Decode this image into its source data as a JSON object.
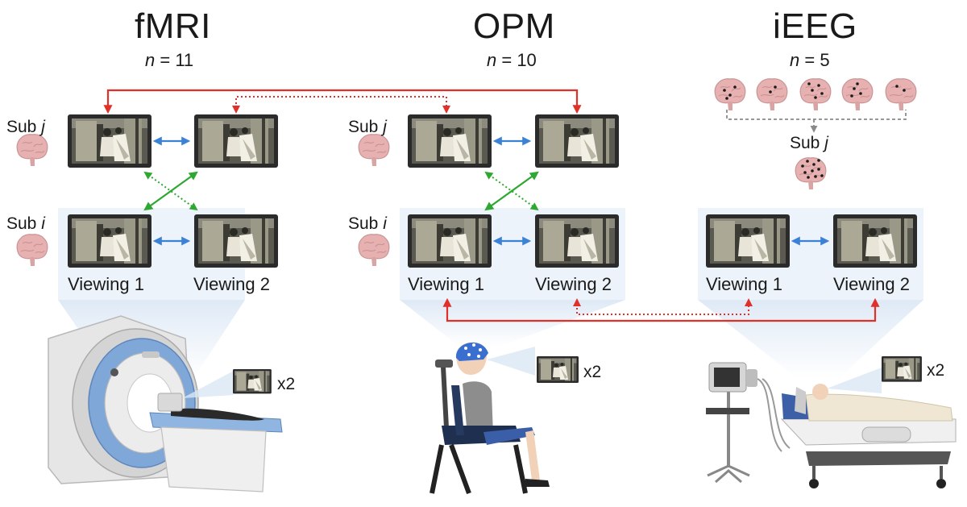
{
  "columns": [
    {
      "id": "fmri",
      "title": "fMRI",
      "n_symbol": "n",
      "n_text": " = 11"
    },
    {
      "id": "opm",
      "title": "OPM",
      "n_symbol": "n",
      "n_text": " = 10"
    },
    {
      "id": "ieeg",
      "title": "iEEG",
      "n_symbol": "n",
      "n_text": " = 5"
    }
  ],
  "labels": {
    "sub_prefix": "Sub ",
    "sub_j": "j",
    "sub_i": "i",
    "viewing_1": "Viewing 1",
    "viewing_2": "Viewing 2",
    "repeat": "x2"
  },
  "colors": {
    "within_subject_arrow": "#3b82d6",
    "between_subject_arrow": "#2ea832",
    "cross_modality_arrow": "#e0302a",
    "group_arrow": "#8a8a8a",
    "brain": "#e7b1b1",
    "screen_frame": "#2b2b2b",
    "panel_bg": "#edf3fa"
  },
  "arrows": {
    "within_subject": "solid",
    "between_subject_same_viewing": "solid",
    "between_subject_cross_viewing": "dotted",
    "cross_modality_same_viewing": "solid",
    "cross_modality_cross_viewing": "dotted"
  }
}
